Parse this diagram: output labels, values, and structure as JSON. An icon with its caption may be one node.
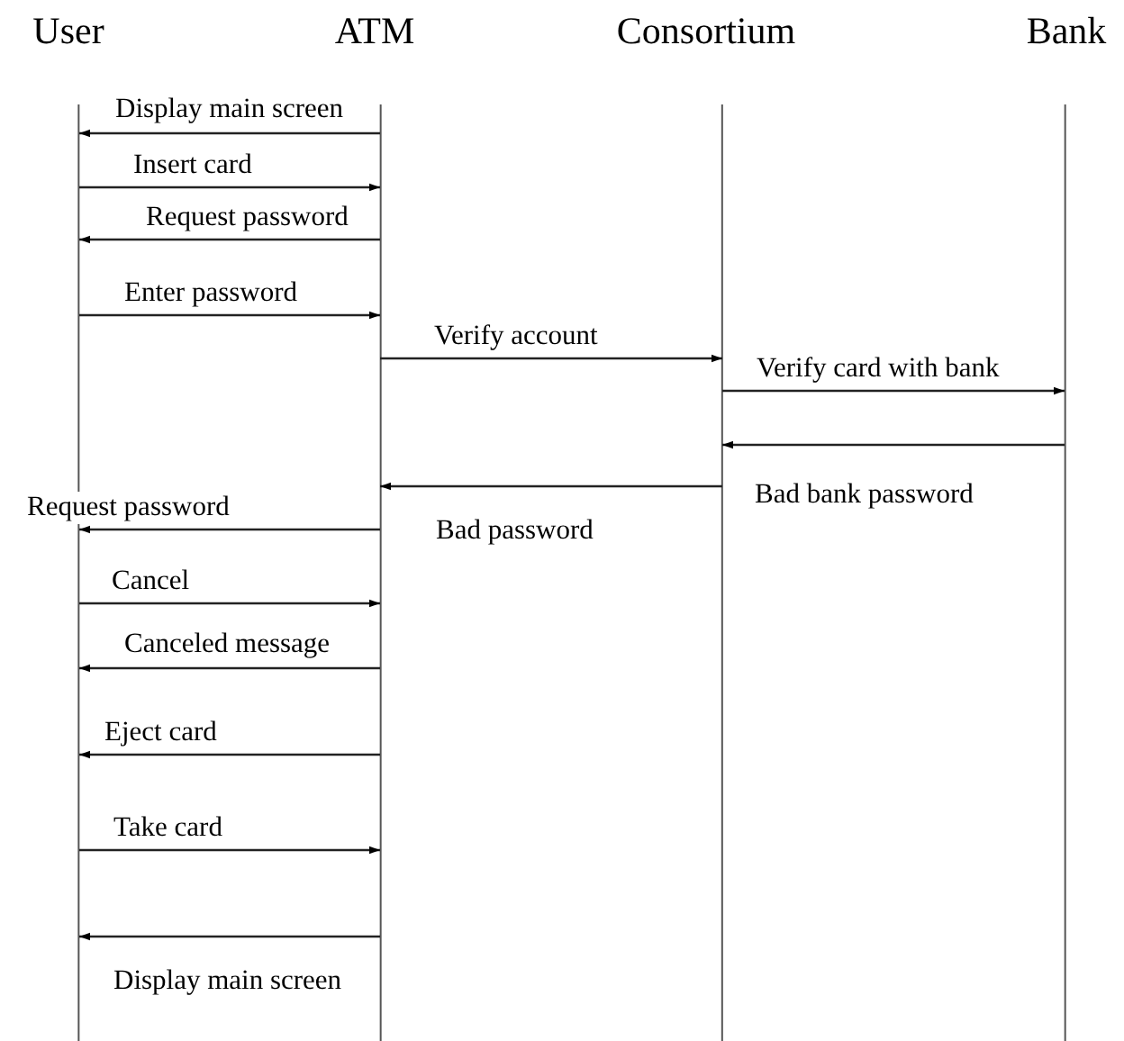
{
  "diagram": {
    "nodes": [
      {
        "text": [
          "User"
        ]
      },
      {
        "text": [
          "ATM"
        ]
      },
      {
        "text": [
          "Consortium"
        ]
      },
      {
        "text": [
          "Bank"
        ]
      }
    ],
    "edges": [
      {
        "from": 1,
        "to": 0,
        "arrow": "to",
        "label": "Display main screen"
      },
      {
        "from": 0,
        "to": 1,
        "arrow": "to",
        "label": "Insert card"
      },
      {
        "from": 1,
        "to": 0,
        "arrow": "to",
        "label": "Request password"
      },
      {
        "from": 0,
        "to": 1,
        "arrow": "to",
        "label": "Enter password"
      },
      {
        "from": 1,
        "to": 2,
        "arrow": "to",
        "label": "Verify account"
      },
      {
        "from": 2,
        "to": 3,
        "arrow": "to",
        "label": "Verify card with bank"
      },
      {
        "from": 3,
        "to": 2,
        "arrow": "to",
        "label": "Bad bank password"
      },
      {
        "from": 2,
        "to": 1,
        "arrow": "to",
        "label": "Bad password"
      },
      {
        "from": 1,
        "to": 0,
        "arrow": "to",
        "label": "Request password"
      },
      {
        "from": 0,
        "to": 1,
        "arrow": "to",
        "label": "Cancel"
      },
      {
        "from": 1,
        "to": 0,
        "arrow": "to",
        "label": "Canceled message"
      },
      {
        "from": 1,
        "to": 0,
        "arrow": "to",
        "label": "Eject card"
      },
      {
        "from": 0,
        "to": 1,
        "arrow": "to",
        "label": "Take card"
      },
      {
        "from": 1,
        "to": 0,
        "arrow": "to",
        "label": "Display main screen"
      }
    ]
  }
}
